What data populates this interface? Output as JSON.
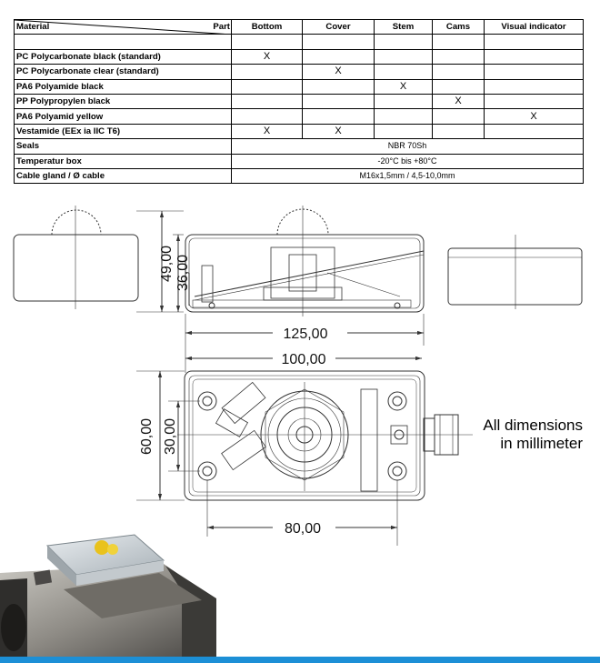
{
  "table": {
    "corner_material": "Material",
    "corner_part": "Part",
    "columns": [
      "Bottom",
      "Cover",
      "Stem",
      "Cams",
      "Visual indicator"
    ],
    "rows": [
      {
        "label": "",
        "marks": [
          "",
          "",
          "",
          "",
          ""
        ]
      },
      {
        "label": "PC Polycarbonate black (standard)",
        "marks": [
          "X",
          "",
          "",
          "",
          ""
        ]
      },
      {
        "label": "PC Polycarbonate clear (standard)",
        "marks": [
          "",
          "X",
          "",
          "",
          ""
        ]
      },
      {
        "label": "PA6 Polyamide black",
        "marks": [
          "",
          "",
          "X",
          "",
          ""
        ]
      },
      {
        "label": "PP Polypropylen black",
        "marks": [
          "",
          "",
          "",
          "X",
          ""
        ]
      },
      {
        "label": "PA6 Polyamid yellow",
        "marks": [
          "",
          "",
          "",
          "",
          "X"
        ]
      },
      {
        "label": "Vestamide (EEx ia IIC T6)",
        "marks": [
          "X",
          "X",
          "",
          "",
          ""
        ]
      }
    ],
    "spans": [
      {
        "label": "Seals",
        "value": "NBR 70Sh"
      },
      {
        "label": "Temperatur box",
        "value": "-20°C bis +80°C"
      },
      {
        "label": "Cable gland / Ø cable",
        "value": "M16x1,5mm / 4,5-10,0mm"
      }
    ]
  },
  "dimensions": {
    "height_total": "49,00",
    "height_body": "36,00",
    "length_total": "125,00",
    "length_body": "100,00",
    "width_total": "60,00",
    "width_inner": "30,00",
    "hole_spacing": "80,00"
  },
  "note": {
    "line1": "All dimensions",
    "line2": "in millimeter"
  },
  "colors": {
    "accent_bar": "#1c8fd6",
    "line": "#333333"
  }
}
